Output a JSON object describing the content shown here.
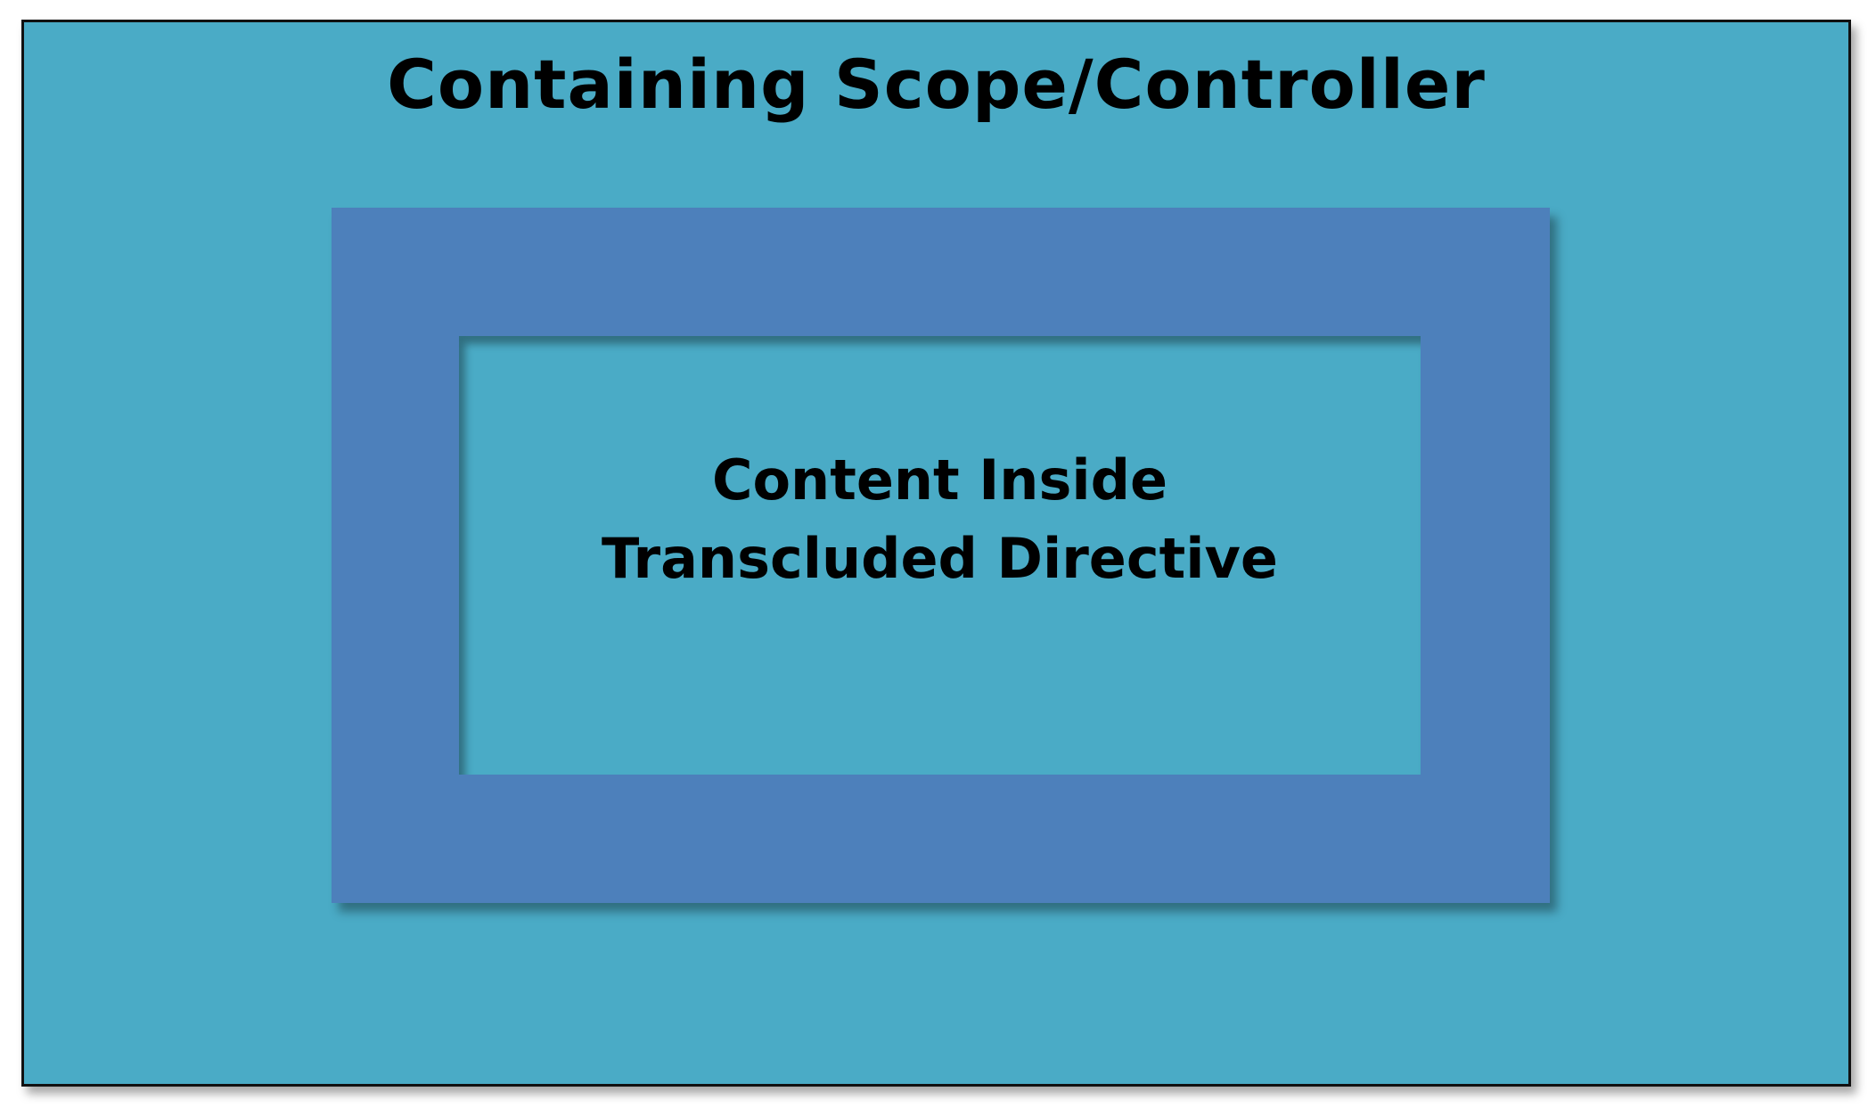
{
  "outer": {
    "title": "Containing Scope/Controller"
  },
  "inner": {
    "line1": "Content Inside",
    "line2": "Transcluded Directive"
  },
  "colors": {
    "scope_fill": "#4aabc6",
    "directive_fill": "#4d80bb",
    "border": "#111111",
    "text": "#000000"
  }
}
